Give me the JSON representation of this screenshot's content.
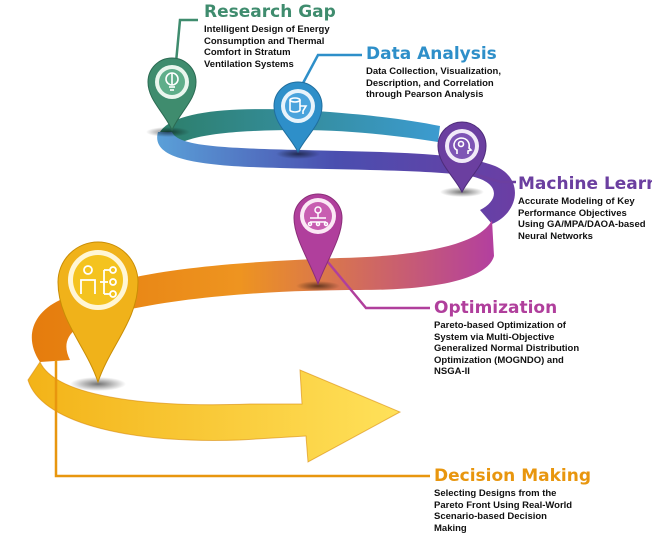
{
  "steps": [
    {
      "id": "research-gap",
      "title": "Research Gap",
      "description": "Intelligent Design of Energy Consumption and Thermal Comfort in Stratum Ventilation Systems",
      "color": "#3f8c6e",
      "icon": "brain-bulb-icon"
    },
    {
      "id": "data-analysis",
      "title": "Data Analysis",
      "description": "Data Collection, Visualization, Description, and Correlation through Pearson Analysis",
      "color": "#2e8fc9",
      "icon": "database-funnel-icon"
    },
    {
      "id": "machine-learning",
      "title": "Machine Learning",
      "description": "Accurate Modeling of Key Performance Objectives Using GA/MPA/DAOA-based Neural Networks",
      "color": "#6b3fa0",
      "icon": "head-gear-icon"
    },
    {
      "id": "optimization",
      "title": "Optimization",
      "description": "Pareto-based Optimization of System via Multi-Objective Generalized Normal Distribution Optimization (MOGNDO) and NSGA-II",
      "color": "#b03f9c",
      "icon": "network-gear-icon"
    },
    {
      "id": "decision-making",
      "title": "Decision Making",
      "description": "Selecting Designs from the Pareto Front Using Real-World Scenario-based Decision Making",
      "color": "#e8960e",
      "icon": "person-checklist-icon"
    }
  ]
}
